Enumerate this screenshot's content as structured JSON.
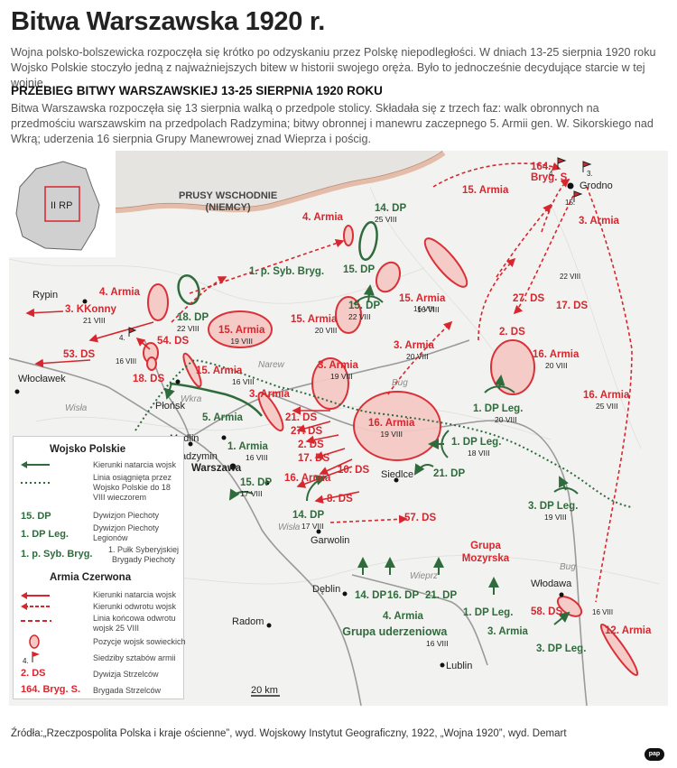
{
  "title": "Bitwa Warszawska 1920 r.",
  "intro": "Wojna polsko-bolszewicka rozpoczęła się krótko po odzyskaniu przez Polskę niepodległości. W dniach 13-25 sierpnia 1920 roku Wojsko Polskie stoczyło jedną z najważniejszych bitew w historii swojego oręża. Było to jednocześnie decydujące starcie w tej wojnie.",
  "subheading": "PRZEBIEG BITWY WARSZAWSKIEJ 13-25 SIERPNIA 1920 ROKU",
  "description": "Bitwa Warszawska rozpoczęła się 13 sierpnia walką o przedpole stolicy. Składała się z trzech faz: walk obronnych na przedmościu warszawskim na przedpolach Radzymina; bitwy obronnej i manewru zaczepnego 5. Armii gen. W. Sikorskiego nad Wkrą; uderzenia 16 sierpnia Grupy Manewrowej znad Wieprza i pościg.",
  "inset_label": "II RP",
  "country_label": [
    "PRUSY WSCHODNIE",
    "(NIEMCY)"
  ],
  "cities": {
    "warszawa": "Warszawa",
    "modlin": "Modlin",
    "plonsk": "Płońsk",
    "radzymin": "Radzymin",
    "wloclawek": "Włocławek",
    "rypin": "Rypin",
    "siedlce": "Siedlce",
    "garwolin": "Garwolin",
    "deblin": "Dęblin",
    "radom": "Radom",
    "lublin": "Lublin",
    "wlodawa": "Włodawa",
    "grodno": "Grodno"
  },
  "rivers": {
    "narew": "Narew",
    "bug": "Bug",
    "bug2": "Bug",
    "wkra": "Wkra",
    "wisla": "Wisła",
    "wisla2": "Wisła",
    "wieprz": "Wieprz"
  },
  "red_units": {
    "u1": {
      "name": "4. Armia",
      "date": ""
    },
    "u2": {
      "name": "15. Armia",
      "date": ""
    },
    "u3": {
      "name": "164. Bryg. S.",
      "date": ""
    },
    "u4": {
      "name": "3. Armia",
      "date": ""
    },
    "u5": {
      "name": "4. Armia",
      "date": ""
    },
    "u6": {
      "name": "3. KKonny",
      "date": "21 VIII"
    },
    "u7": {
      "name": "15. Armia",
      "date": "19 VIII"
    },
    "u8": {
      "name": "15. Armia",
      "date": "20 VIII"
    },
    "u9": {
      "name": "15. Armia",
      "date": "16 VIII"
    },
    "u10": {
      "name": "3. Armia",
      "date": "20 VIII"
    },
    "u11": {
      "name": "3. Armia",
      "date": "19 VIII"
    },
    "u12": {
      "name": "27. DS",
      "date": "22 VIII"
    },
    "u13": {
      "name": "17. DS",
      "date": ""
    },
    "u14": {
      "name": "2. DS",
      "date": ""
    },
    "u15": {
      "name": "16. Armia",
      "date": "20 VIII"
    },
    "u16": {
      "name": "16. Armia",
      "date": "25 VIII"
    },
    "u17": {
      "name": "53. DS",
      "date": ""
    },
    "u18": {
      "name": "54. DS",
      "date": ""
    },
    "u19": {
      "name": "18. DS",
      "date": ""
    },
    "u20": {
      "name": "15. Armia",
      "date": "16 VIII"
    },
    "u21": {
      "name": "3. Armia",
      "date": ""
    },
    "u22": {
      "name": "16. Armia",
      "date": "19 VIII"
    },
    "u23": {
      "name": "21. DS",
      "date": ""
    },
    "u24": {
      "name": "27. DS",
      "date": ""
    },
    "u25": {
      "name": "2. DS",
      "date": ""
    },
    "u26": {
      "name": "17. DS",
      "date": ""
    },
    "u27": {
      "name": "10. DS",
      "date": ""
    },
    "u28": {
      "name": "16. Armia",
      "date": ""
    },
    "u29": {
      "name": "8. DS",
      "date": ""
    },
    "u30": {
      "name": "57. DS",
      "date": ""
    },
    "u31": {
      "name": "Grupa Mozyrska",
      "date": ""
    },
    "u32": {
      "name": "58. DS",
      "date": ""
    },
    "u33": {
      "name": "12. Armia",
      "date": ""
    }
  },
  "green_units": {
    "g1": {
      "name": "14. DP",
      "date": "25 VIII"
    },
    "g2": {
      "name": "15. DP",
      "date": ""
    },
    "g3": {
      "name": "1. p. Syb. Bryg.",
      "date": ""
    },
    "g4": {
      "name": "15. DP",
      "date": "22 VIII"
    },
    "g5": {
      "name": "18. DP",
      "date": "22 VIII"
    },
    "g6": {
      "name": "5. Armia",
      "date": ""
    },
    "g7": {
      "name": "1. Armia",
      "date": "16 VIII"
    },
    "g8": {
      "name": "15. DP",
      "date": "17 VIII"
    },
    "g9": {
      "name": "14. DP",
      "date": "17 VIII"
    },
    "g10": {
      "name": "1. DP Leg.",
      "date": "20 VIII"
    },
    "g11": {
      "name": "1. DP Leg.",
      "date": "18 VIII"
    },
    "g12": {
      "name": "21. DP",
      "date": ""
    },
    "g13": {
      "name": "3. DP Leg.",
      "date": "19 VIII"
    },
    "g14": {
      "name": "14. DP",
      "date": ""
    },
    "g15": {
      "name": "16. DP",
      "date": ""
    },
    "g16": {
      "name": "21. DP",
      "date": ""
    },
    "g17": {
      "name": "1. DP Leg.",
      "date": ""
    },
    "g18": {
      "name": "4. Armia",
      "date": ""
    },
    "g19": {
      "name": "Grupa uderzeniowa",
      "date": "16 VIII"
    },
    "g20": {
      "name": "3. Armia",
      "date": ""
    },
    "g21": {
      "name": "3. DP Leg.",
      "date": ""
    }
  },
  "misc": {
    "n4a": "4.",
    "n4b": "4.",
    "n3": "3.",
    "n15": "15.",
    "d16a": "16 VIII",
    "d16b": "16 VIII",
    "d22": "22 VIII",
    "d16c": "16 VIII",
    "scale": "20 km"
  },
  "legend": {
    "wp_title": "Wojsko Polskie",
    "wp_attack": "Kierunki natarcia wojsk",
    "wp_line": "Linia osiągnięta przez Wojsko Polskie do 18 VIII wieczorem",
    "ex1_code": "15. DP",
    "ex1_text": "Dywizjon Piechoty",
    "ex2_code": "1. DP Leg.",
    "ex2_text": "Dywizjon Piechoty Legionów",
    "ex3_code": "1. p. Syb. Bryg.",
    "ex3_text": "1. Pułk Syberyjskiej Brygady Piechoty",
    "ac_title": "Armia Czerwona",
    "ac_attack": "Kierunki natarcia wojsk",
    "ac_retreat": "Kierunki odwrotu wojsk",
    "ac_final": "Linia końcowa odwrotu wojsk 25 VIII",
    "ac_pos": "Pozycje wojsk sowieckich",
    "ac_hq": "Siedziby sztabów armii",
    "hq_num": "4.",
    "ex4_code": "2. DS",
    "ex4_text": "Dywizja Strzelców",
    "ex5_code": "164. Bryg. S.",
    "ex5_text": "Brygada Strzelców"
  },
  "source": "Źródła:„Rzeczpospolita Polska i kraje ościenne”, wyd. Wojskowy Instytut Geograficzny, 1922, „Wojna 1920”, wyd. Demart",
  "logo": "pap",
  "colors": {
    "red": "#d8262e",
    "green": "#2f6b3c",
    "border": "#d9a68b",
    "map": "#f2f2f0"
  }
}
